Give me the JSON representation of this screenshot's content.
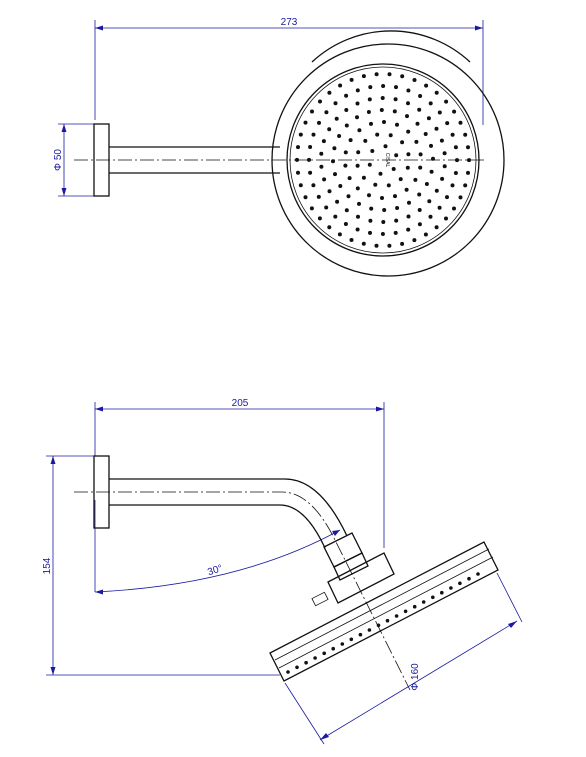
{
  "top_view": {
    "dim_overall_width": "273",
    "dim_flange_diameter": "Φ 50",
    "brand_mark": "CISAL"
  },
  "side_view": {
    "dim_projection": "205",
    "dim_drop_height": "154",
    "dim_tilt_angle": "30°",
    "dim_head_diameter": "Φ 160"
  },
  "colors": {
    "dimension": "#1a1aa0",
    "outline": "#111111"
  }
}
